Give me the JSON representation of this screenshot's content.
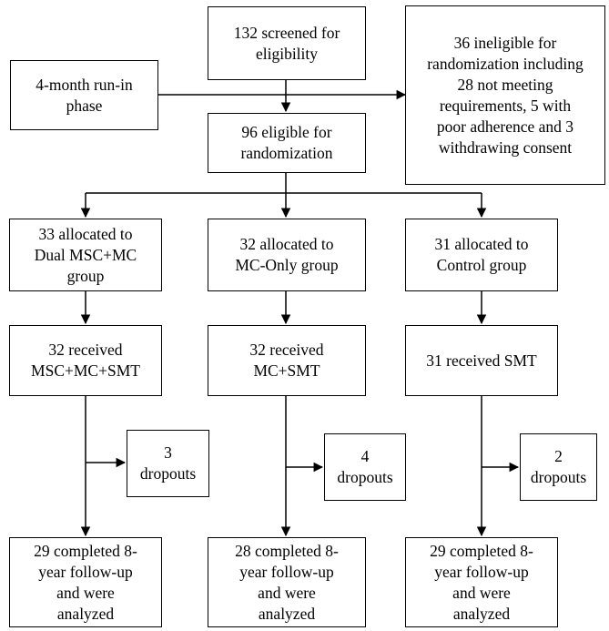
{
  "screening": {
    "label": "132 screened for\neligibility"
  },
  "run_in": {
    "label": "4-month run-in\nphase"
  },
  "ineligible": {
    "label": "36 ineligible for\nrandomization including\n28 not meeting\nrequirements, 5 with\npoor adherence and 3\nwithdrawing consent"
  },
  "eligible": {
    "label": "96 eligible for\nrandomization"
  },
  "arms": [
    {
      "allocated": "33 allocated to\nDual MSC+MC\ngroup",
      "received": "32 received\nMSC+MC+SMT",
      "dropouts": "3\ndropouts",
      "completed": "29 completed 8-\nyear follow-up\nand were\nanalyzed"
    },
    {
      "allocated": "32 allocated to\nMC-Only group",
      "received": "32 received\nMC+SMT",
      "dropouts": "4\ndropouts",
      "completed": "28 completed 8-\nyear follow-up\nand were\nanalyzed"
    },
    {
      "allocated": "31 allocated to\nControl group",
      "received": "31 received SMT",
      "dropouts": "2\ndropouts",
      "completed": "29 completed 8-\nyear follow-up\nand were\nanalyzed"
    }
  ]
}
